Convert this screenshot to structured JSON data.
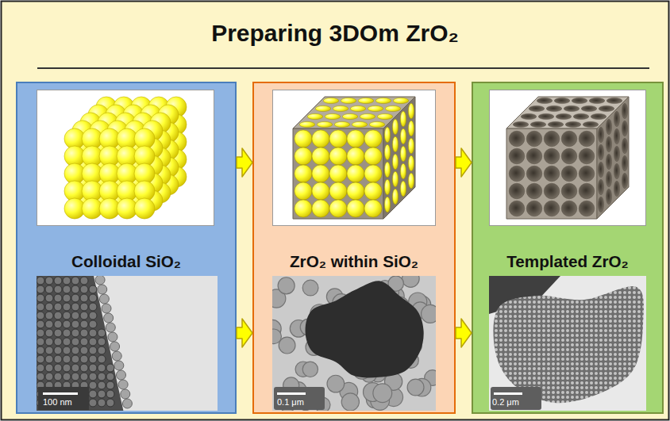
{
  "diagram": {
    "title": "Preparing 3DOm ZrO₂",
    "nodes": [
      {
        "text": [
          "Colloidal SiO₂"
        ]
      },
      {
        "text": [
          "ZrO₂ within SiO₂"
        ]
      },
      {
        "text": [
          "Templated ZrO₂"
        ]
      }
    ],
    "edges": [
      {
        "from": 0,
        "to": 1,
        "arrow": "to"
      },
      {
        "from": 0,
        "to": 1,
        "arrow": "to"
      },
      {
        "from": 1,
        "to": 2,
        "arrow": "to"
      },
      {
        "from": 1,
        "to": 2,
        "arrow": "to"
      }
    ],
    "labels": [
      "100 nm",
      "0.1 μm",
      "0.2 μm"
    ]
  }
}
